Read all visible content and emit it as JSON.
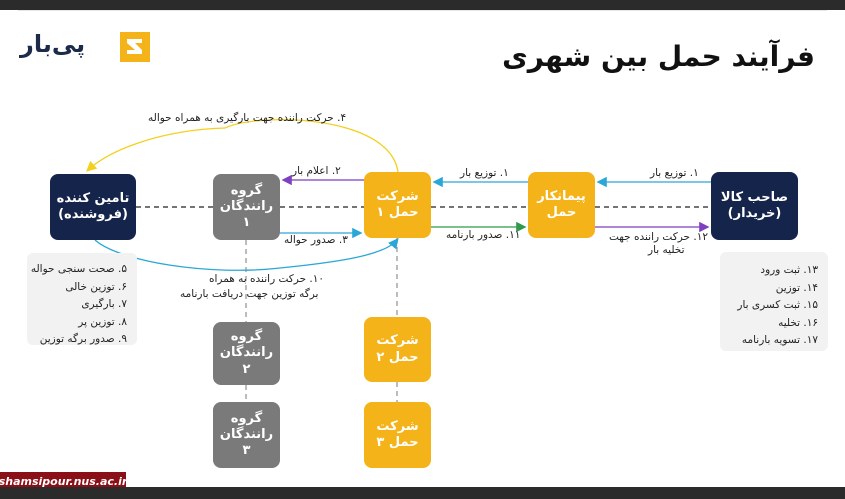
{
  "title": "فرآیند حمل بین شهری",
  "logo_text": "پی‌بار",
  "watermark": "shamsipour.nus.ac.ir",
  "nodes": {
    "supplier": "تامین کننده\n(فروشنده)",
    "driver_group_1": "گروه\nرانندگان\n۱",
    "driver_group_2": "گروه\nرانندگان\n۲",
    "driver_group_3": "گروه\nرانندگان\n۳",
    "company_1": "شرکت\nحمل ۱",
    "company_2": "شرکت\nحمل ۲",
    "company_3": "شرکت\nحمل ۳",
    "contractor": "پیمانکار\nحمل",
    "owner": "صاحب کالا\n(خریدار)"
  },
  "arrows": {
    "step4": "۴. حرکت راننده جهت بارگیری به همراه حواله",
    "step2": "۲. اعلام بار",
    "step3": "۳. صدور حواله",
    "step1_left": "۱. توزیع بار",
    "step1_right": "۱. توزیع بار",
    "step11": "۱۱. صدور بارنامه",
    "step12_line1": "۱۲. حرکت راننده جهت",
    "step12_line2": "تخلیه بار",
    "step10_line1": "۱۰. حرکت راننده به همراه",
    "step10_line2": "برگه توزین جهت دریافت بارنامه"
  },
  "supplier_steps": [
    "۵. صحت سنجی حواله",
    "۶. توزین خالی",
    "۷. بارگیری",
    "۸. توزین پر",
    "۹. صدور برگه توزین"
  ],
  "owner_steps": [
    "۱۳. ثبت ورود",
    "۱۴. توزین",
    "۱۵. ثبت کسری بار",
    "۱۶. تخلیه",
    "۱۷. تسویه بارنامه"
  ],
  "colors": {
    "navy": "#15244a",
    "gray": "#7a7a7a",
    "gold": "#f5b31a",
    "blue_arrow": "#2aa7d6",
    "yellow_arrow": "#f3d01b",
    "purple_arrow": "#7e3fc0",
    "green_arrow": "#2e9a4a"
  }
}
